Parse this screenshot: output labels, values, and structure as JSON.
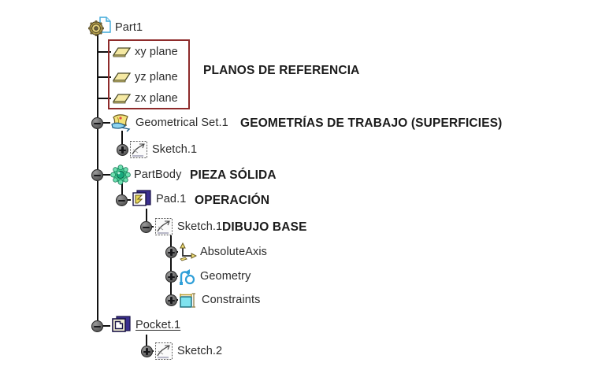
{
  "app": {
    "title": "CATIA Specification Tree",
    "background_color": "#ffffff"
  },
  "highlight_box": {
    "color": "#8e2b2b",
    "label": "reference-planes-highlight"
  },
  "tree": {
    "root": {
      "label": "Part1",
      "icon": "part-document-gear-icon",
      "toggle": "none"
    },
    "nodes": [
      {
        "id": "xy-plane",
        "label": "xy plane",
        "icon": "plane-icon",
        "toggle": "none",
        "underline": false
      },
      {
        "id": "yz-plane",
        "label": "yz plane",
        "icon": "plane-icon",
        "toggle": "none",
        "underline": false
      },
      {
        "id": "zx-plane",
        "label": "zx plane",
        "icon": "plane-icon",
        "toggle": "none",
        "underline": false
      },
      {
        "id": "geometrical-set",
        "label": "Geometrical Set.1",
        "icon": "geometrical-set-icon",
        "toggle": "minus",
        "underline": false
      },
      {
        "id": "sketch-1-gs",
        "label": "Sketch.1",
        "icon": "sketch-icon",
        "toggle": "plus",
        "underline": false
      },
      {
        "id": "partbody",
        "label": "PartBody",
        "icon": "partbody-icon",
        "toggle": "minus",
        "underline": false
      },
      {
        "id": "pad-1",
        "label": "Pad.1",
        "icon": "pad-icon",
        "toggle": "minus",
        "underline": false
      },
      {
        "id": "sketch-1-pad",
        "label": "Sketch.1",
        "icon": "sketch-icon",
        "toggle": "minus",
        "underline": false
      },
      {
        "id": "absolute-axis",
        "label": "AbsoluteAxis",
        "icon": "absolute-axis-icon",
        "toggle": "plus",
        "underline": false
      },
      {
        "id": "geometry",
        "label": "Geometry",
        "icon": "geometry-icon",
        "toggle": "plus",
        "underline": false
      },
      {
        "id": "constraints",
        "label": "Constraints",
        "icon": "constraints-icon",
        "toggle": "plus",
        "underline": false
      },
      {
        "id": "pocket-1",
        "label": "Pocket.1",
        "icon": "pocket-icon",
        "toggle": "minus",
        "underline": true
      },
      {
        "id": "sketch-2",
        "label": "Sketch.2",
        "icon": "sketch-icon",
        "toggle": "plus",
        "underline": false
      }
    ]
  },
  "annotations": [
    {
      "id": "planos-de-referencia",
      "text": "PLANOS DE REFERENCIA"
    },
    {
      "id": "geometrias-de-trabajo",
      "text": "GEOMETRÍAS DE TRABAJO (SUPERFICIES)"
    },
    {
      "id": "pieza-solida",
      "text": "PIEZA SÓLIDA"
    },
    {
      "id": "operacion",
      "text": "OPERACIÓN"
    },
    {
      "id": "dibujo-base",
      "text": "DIBUJO BASE"
    }
  ],
  "colors": {
    "highlight": "#8e2b2b",
    "plane_fill": "#f5e9a3",
    "plane_stroke": "#4a4a28",
    "tree_line": "#111111",
    "annotation_text": "#1b1b1b",
    "node_text": "#2b2b2b",
    "pad_blue": "#3b2f8f",
    "pad_yellow": "#e8d85a",
    "partbody_green": "#3fc98f",
    "constraints_cyan": "#7fe3ef",
    "geometry_blue": "#2f9fd8"
  }
}
